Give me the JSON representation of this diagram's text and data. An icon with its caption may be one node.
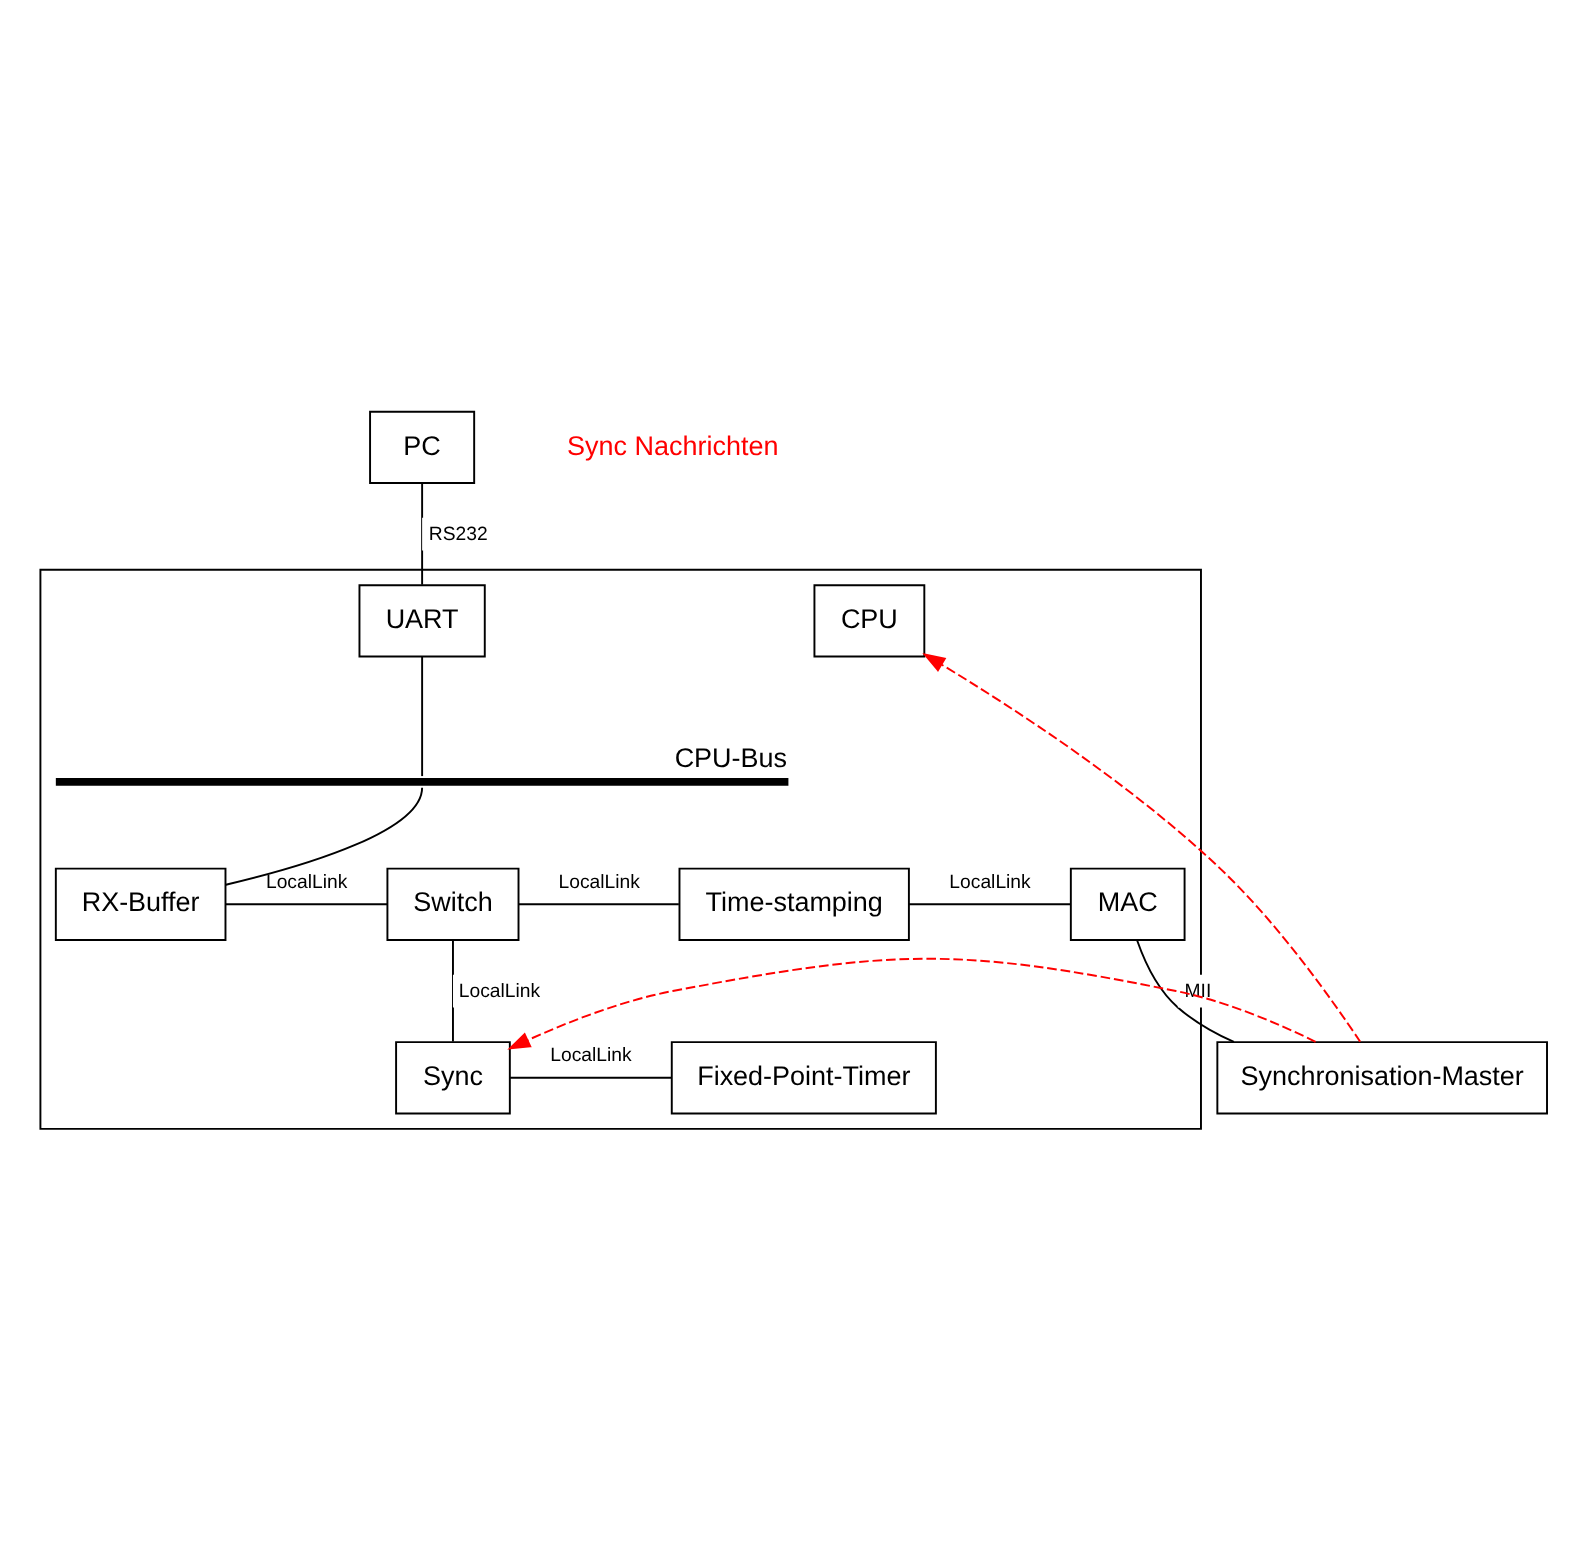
{
  "diagram": {
    "nodes": [
      {
        "text": [
          "PC"
        ]
      },
      {
        "text": [],
        "shape": "box"
      },
      {
        "text": [
          "CPU"
        ],
        "in": 1
      },
      {
        "text": [
          "UART"
        ],
        "in": 1
      },
      {
        "text": [],
        "shape": "bar",
        "beside": [
          "CPU-Bus"
        ],
        "in": 1
      },
      {
        "text": [
          "RX-Buffer"
        ],
        "in": 1
      },
      {
        "text": [
          "Switch"
        ],
        "in": 1
      },
      {
        "text": [
          "Time-stamping"
        ],
        "in": 1
      },
      {
        "text": [
          "MAC"
        ],
        "in": 1
      },
      {
        "text": [
          "Sync"
        ],
        "in": 1
      },
      {
        "text": [
          "Fixed-Point-Timer"
        ],
        "in": 1
      },
      {
        "text": [
          "Synchronisation-Master"
        ]
      }
    ],
    "edges": [
      {
        "from": 0,
        "to": 3,
        "arrow": "none",
        "label": "RS232"
      },
      {
        "from": 3,
        "to": 4,
        "arrow": "none"
      },
      {
        "from": 5,
        "to": 4,
        "arrow": "none"
      },
      {
        "from": 5,
        "to": 6,
        "arrow": "none",
        "label": "LocalLink"
      },
      {
        "from": 6,
        "to": 7,
        "arrow": "none",
        "label": "LocalLink"
      },
      {
        "from": 7,
        "to": 8,
        "arrow": "none",
        "label": "LocalLink"
      },
      {
        "from": 6,
        "to": 9,
        "arrow": "none",
        "label": "LocalLink"
      },
      {
        "from": 9,
        "to": 10,
        "arrow": "none",
        "label": "LocalLink"
      },
      {
        "from": 8,
        "to": 11,
        "arrow": "none",
        "label": "MII"
      },
      {
        "from": 11,
        "to": 9,
        "arrow": "to",
        "style": "dashed",
        "color": "#ff0000"
      },
      {
        "from": 11,
        "to": 2,
        "arrow": "to",
        "style": "dashed",
        "color": "#ff0000"
      }
    ],
    "legend": [
      {
        "text": "Sync Nachrichten"
      }
    ]
  }
}
